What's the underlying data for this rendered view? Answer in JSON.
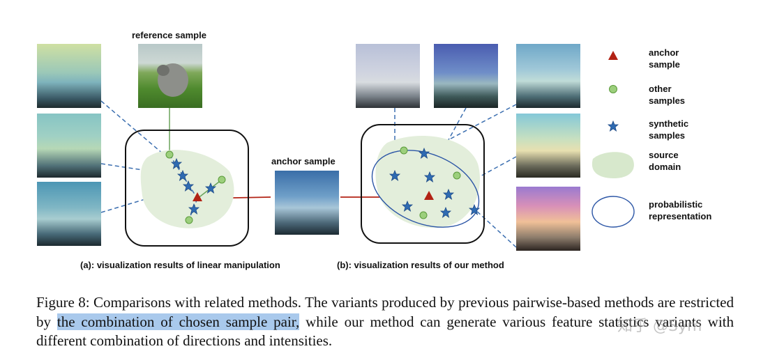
{
  "figure": {
    "panel_a": {
      "reference_label": "reference sample",
      "caption": "(a): visualization results of linear manipulation"
    },
    "panel_b": {
      "caption": "(b): visualization results of our method"
    },
    "anchor_label": "anchor sample",
    "legend": [
      {
        "icon": "red-triangle",
        "text": "anchor\nsample"
      },
      {
        "icon": "green-circle",
        "text": "other\nsamples"
      },
      {
        "icon": "blue-star",
        "text": "synthetic\nsamples"
      },
      {
        "icon": "green-blob",
        "text": "source\ndomain"
      },
      {
        "icon": "blue-ellipse",
        "text": "probabilistic\nrepresentation"
      }
    ],
    "colors": {
      "anchor": "#b22214",
      "other": "#8cc76c",
      "synthetic": "#2f6bb2",
      "domain": "#e3eedb",
      "ellipse": "#2c56a6",
      "highlight": "#a9c9ec"
    }
  },
  "caption": {
    "part1": "Figure 8: Comparisons with related methods. The variants produced by previous pairwise-based methods are restricted by ",
    "highlight": "the combination of chosen sample pair,",
    "part2": " while our method can generate various feature statistics variants with different combination of directions and intensities."
  },
  "watermark": "知乎 @Sym"
}
